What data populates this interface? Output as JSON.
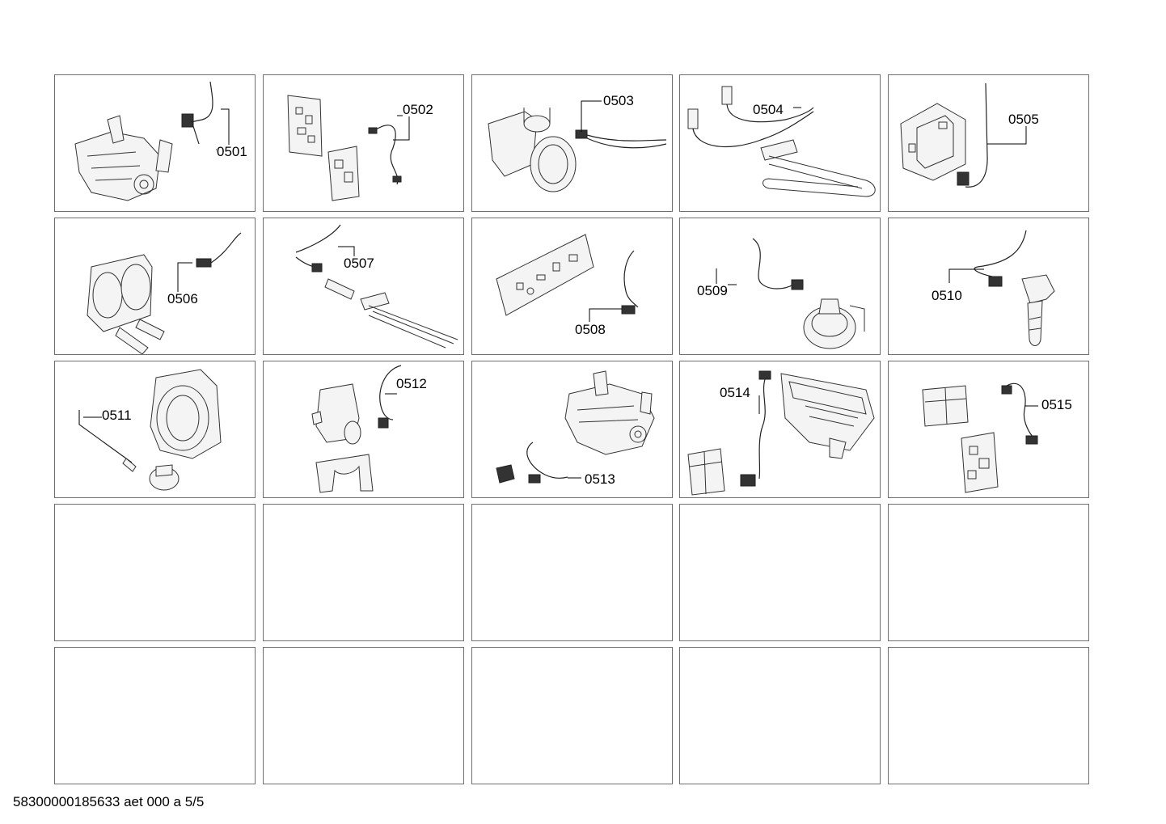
{
  "parts": [
    {
      "label": "0501",
      "icon": "motor-icon"
    },
    {
      "label": "0502",
      "icon": "circuit-board-icon"
    },
    {
      "label": "0503",
      "icon": "drain-pump-icon"
    },
    {
      "label": "0504",
      "icon": "heating-element-icon"
    },
    {
      "label": "0505",
      "icon": "control-module-icon"
    },
    {
      "label": "0506",
      "icon": "water-valve-icon"
    },
    {
      "label": "0507",
      "icon": "heater-sensor-icon"
    },
    {
      "label": "0508",
      "icon": "control-board-icon"
    },
    {
      "label": "0509",
      "icon": "pressure-switch-icon"
    },
    {
      "label": "0510",
      "icon": "aquastop-sensor-icon"
    },
    {
      "label": "0511",
      "icon": "drum-bearing-icon"
    },
    {
      "label": "0512",
      "icon": "inlet-valve-icon"
    },
    {
      "label": "0513",
      "icon": "motor-assembly-icon"
    },
    {
      "label": "0514",
      "icon": "detergent-drawer-icon"
    },
    {
      "label": "0515",
      "icon": "power-module-icon"
    }
  ],
  "footer": "58300000185633 aet 000 a 5/5"
}
